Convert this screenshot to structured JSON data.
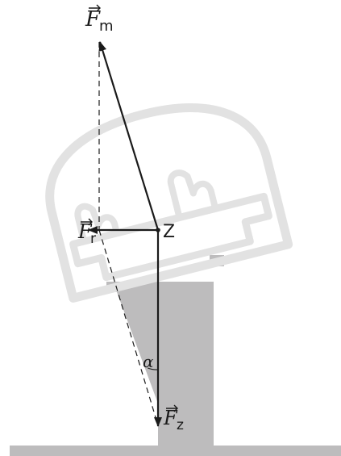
{
  "labels": {
    "force_magnetic": {
      "symbol": "F",
      "subscript": "m"
    },
    "force_resultant": {
      "symbol": "F",
      "subscript": "r"
    },
    "force_gravity": {
      "symbol": "F",
      "subscript": "z"
    },
    "center_point": "Z",
    "angle": "α"
  },
  "colors": {
    "structure": "#bdbcbd",
    "cabin_outline": "#e2e2e2",
    "vector": "#1a1a1a",
    "background": "#ffffff"
  }
}
